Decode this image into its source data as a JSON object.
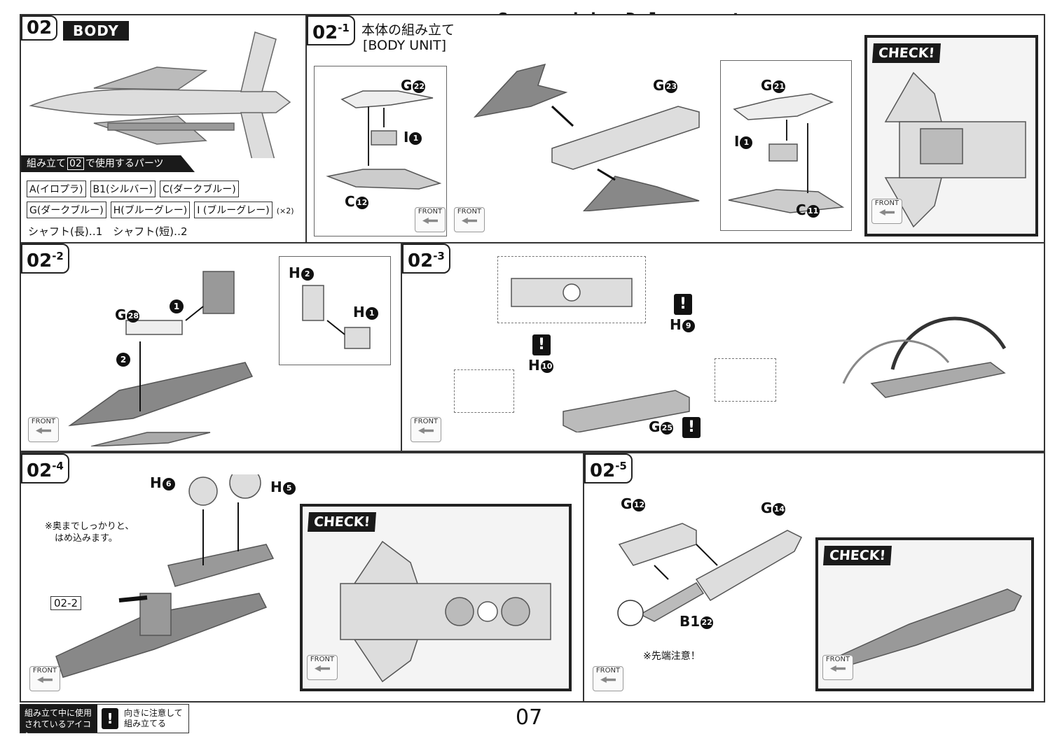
{
  "header": {
    "scanned_by": "Scanned by Dalong.net",
    "page_number": "07"
  },
  "section_02": {
    "number": "02",
    "title": "BODY",
    "parts_used_header_prefix": "組み立て",
    "parts_used_header_num": "02",
    "parts_used_header_suffix": "で使用するパーツ",
    "parts": [
      "A(イロプラ)",
      "B1(シルバー)",
      "C(ダークブルー)",
      "G(ダークブルー)",
      "H(ブルーグレー)",
      "I (ブルーグレー)"
    ],
    "parts_multiplier": "(×2)",
    "shafts": "シャフト(長)‥1　シャフト(短)‥2"
  },
  "step_02_1": {
    "number": "02",
    "sub": "-1",
    "title_jp": "本体の組み立て",
    "title_en": "[BODY UNIT]",
    "labels": {
      "g22": "G",
      "g22n": "22",
      "i1": "I",
      "i1n": "1",
      "c12": "C",
      "c12n": "12",
      "g23": "G",
      "g23n": "23",
      "g21": "G",
      "g21n": "21",
      "i1b": "I",
      "i1bn": "1",
      "c11": "C",
      "c11n": "11"
    },
    "check": "CHECK!"
  },
  "step_02_2": {
    "number": "02",
    "sub": "-2",
    "labels": {
      "g28": "G",
      "g28n": "28",
      "h2": "H",
      "h2n": "2",
      "h1": "H",
      "h1n": "1",
      "s1": "1",
      "s2": "2"
    }
  },
  "step_02_3": {
    "number": "02",
    "sub": "-3",
    "labels": {
      "h9": "H",
      "h9n": "9",
      "h10": "H",
      "h10n": "10",
      "g25": "G",
      "g25n": "25"
    }
  },
  "step_02_4": {
    "number": "02",
    "sub": "-4",
    "labels": {
      "h6": "H",
      "h6n": "6",
      "h5": "H",
      "h5n": "5"
    },
    "note_line1": "※奥までしっかりと、",
    "note_line2": "はめ込みます。",
    "ref": "02-2",
    "check": "CHECK!"
  },
  "step_02_5": {
    "number": "02",
    "sub": "-5",
    "labels": {
      "g12": "G",
      "g12n": "12",
      "g14": "G",
      "g14n": "14",
      "b1": "B1",
      "b1n": "22"
    },
    "tip_note": "※先端注意！",
    "check": "CHECK!"
  },
  "front_label": "FRONT",
  "warn_symbol": "!",
  "legend": {
    "left_line1": "組み立て中に使用",
    "left_line2": "されているアイコン",
    "right_line1": "向きに注意して",
    "right_line2": "組み立てる"
  }
}
